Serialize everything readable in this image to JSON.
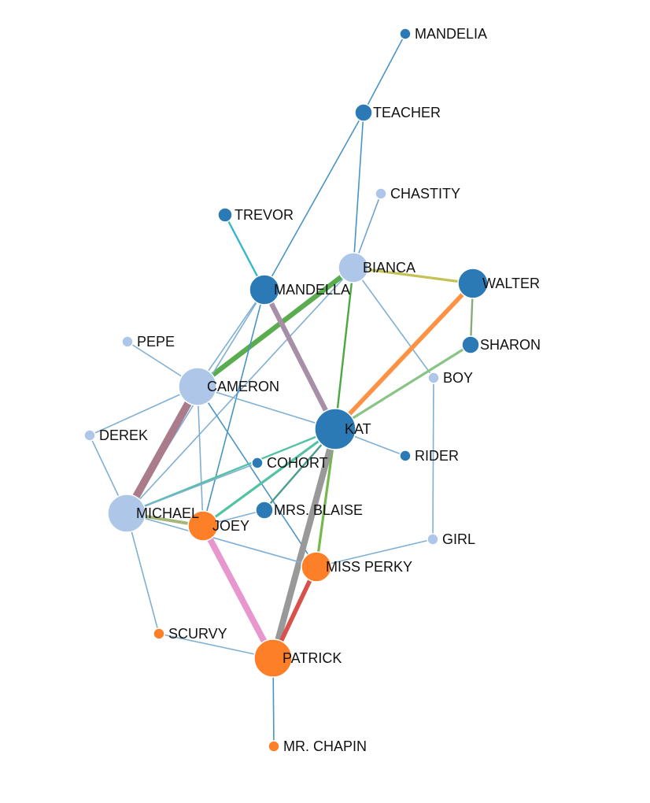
{
  "nodes": [
    {
      "id": "MANDELIA",
      "label": "MANDELIA",
      "group": "dark-blue",
      "size": "small"
    },
    {
      "id": "TEACHER",
      "label": "TEACHER",
      "group": "dark-blue",
      "size": "medium"
    },
    {
      "id": "CHASTITY",
      "label": "CHASTITY",
      "group": "light-blue",
      "size": "small"
    },
    {
      "id": "TREVOR",
      "label": "TREVOR",
      "group": "dark-blue",
      "size": "small-medium"
    },
    {
      "id": "BIANCA",
      "label": "BIANCA",
      "group": "light-blue",
      "size": "large"
    },
    {
      "id": "MANDELLA",
      "label": "MANDELLA",
      "group": "dark-blue",
      "size": "large"
    },
    {
      "id": "WALTER",
      "label": "WALTER",
      "group": "dark-blue",
      "size": "large"
    },
    {
      "id": "SHARON",
      "label": "SHARON",
      "group": "dark-blue",
      "size": "medium"
    },
    {
      "id": "PEPE",
      "label": "PEPE",
      "group": "light-blue",
      "size": "small"
    },
    {
      "id": "BOY",
      "label": "BOY",
      "group": "light-blue",
      "size": "small"
    },
    {
      "id": "CAMERON",
      "label": "CAMERON",
      "group": "light-blue",
      "size": "xlarge"
    },
    {
      "id": "KAT",
      "label": "KAT",
      "group": "dark-blue",
      "size": "xxlarge"
    },
    {
      "id": "DEREK",
      "label": "DEREK",
      "group": "light-blue",
      "size": "small"
    },
    {
      "id": "RIDER",
      "label": "RIDER",
      "group": "dark-blue",
      "size": "small"
    },
    {
      "id": "COHORT",
      "label": "COHORT",
      "group": "dark-blue",
      "size": "small"
    },
    {
      "id": "MRS_BLAISE",
      "label": "MRS. BLAISE",
      "group": "dark-blue",
      "size": "medium"
    },
    {
      "id": "MICHAEL",
      "label": "MICHAEL",
      "group": "light-blue",
      "size": "xlarge"
    },
    {
      "id": "JOEY",
      "label": "JOEY",
      "group": "orange",
      "size": "large"
    },
    {
      "id": "GIRL",
      "label": "GIRL",
      "group": "light-blue",
      "size": "small"
    },
    {
      "id": "MISS_PERKY",
      "label": "MISS PERKY",
      "group": "orange",
      "size": "large"
    },
    {
      "id": "SCURVY",
      "label": "SCURVY",
      "group": "orange",
      "size": "small"
    },
    {
      "id": "PATRICK",
      "label": "PATRICK",
      "group": "orange",
      "size": "xlarge"
    },
    {
      "id": "MR_CHAPIN",
      "label": "MR. CHAPIN",
      "group": "orange",
      "size": "small"
    }
  ],
  "edges": [
    {
      "source": "MANDELIA",
      "target": "TEACHER",
      "color": "#4a94c4",
      "weight": 1
    },
    {
      "source": "TEACHER",
      "target": "BIANCA",
      "color": "#4a94c4",
      "weight": 1
    },
    {
      "source": "TEACHER",
      "target": "MANDELLA",
      "color": "#4a94c4",
      "weight": 1
    },
    {
      "source": "CHASTITY",
      "target": "BIANCA",
      "color": "#6fa3cc",
      "weight": 1
    },
    {
      "source": "TREVOR",
      "target": "MANDELLA",
      "color": "#35b6c9",
      "weight": 1.5
    },
    {
      "source": "BIANCA",
      "target": "WALTER",
      "color": "#c4c255",
      "weight": 2
    },
    {
      "source": "BIANCA",
      "target": "CAMERON",
      "color": "#5aad4f",
      "weight": 4
    },
    {
      "source": "BIANCA",
      "target": "KAT",
      "color": "#49a840",
      "weight": 1.5
    },
    {
      "source": "BIANCA",
      "target": "BOY",
      "color": "#7fb0d4",
      "weight": 1
    },
    {
      "source": "BIANCA",
      "target": "MICHAEL",
      "color": "#7fb0d4",
      "weight": 1
    },
    {
      "source": "MANDELLA",
      "target": "KAT",
      "color": "#a88fa8",
      "weight": 4
    },
    {
      "source": "MANDELLA",
      "target": "CAMERON",
      "color": "#7fb0d4",
      "weight": 1
    },
    {
      "source": "MANDELLA",
      "target": "JOEY",
      "color": "#4a94c4",
      "weight": 1
    },
    {
      "source": "MANDELLA",
      "target": "MICHAEL",
      "color": "#7fb0d4",
      "weight": 1
    },
    {
      "source": "WALTER",
      "target": "SHARON",
      "color": "#8aab79",
      "weight": 1.5
    },
    {
      "source": "WALTER",
      "target": "KAT",
      "color": "#fd9144",
      "weight": 3.5
    },
    {
      "source": "SHARON",
      "target": "KAT",
      "color": "#88c484",
      "weight": 2
    },
    {
      "source": "PEPE",
      "target": "CAMERON",
      "color": "#7fb0d4",
      "weight": 1
    },
    {
      "source": "BOY",
      "target": "GIRL",
      "color": "#7fb0d4",
      "weight": 1
    },
    {
      "source": "CAMERON",
      "target": "KAT",
      "color": "#7fb0d4",
      "weight": 1
    },
    {
      "source": "CAMERON",
      "target": "MICHAEL",
      "color": "#a97b8b",
      "weight": 6
    },
    {
      "source": "CAMERON",
      "target": "DEREK",
      "color": "#7fb0d4",
      "weight": 1
    },
    {
      "source": "CAMERON",
      "target": "MISS_PERKY",
      "color": "#4a94c4",
      "weight": 1
    },
    {
      "source": "CAMERON",
      "target": "JOEY",
      "color": "#7fb0d4",
      "weight": 1
    },
    {
      "source": "DEREK",
      "target": "MICHAEL",
      "color": "#7fb0d4",
      "weight": 1
    },
    {
      "source": "KAT",
      "target": "RIDER",
      "color": "#7fb0d4",
      "weight": 1
    },
    {
      "source": "KAT",
      "target": "JOEY",
      "color": "#52c1a4",
      "weight": 2
    },
    {
      "source": "KAT",
      "target": "MICHAEL",
      "color": "#52c1a4",
      "weight": 1.5
    },
    {
      "source": "KAT",
      "target": "MISS_PERKY",
      "color": "#74b84e",
      "weight": 2
    },
    {
      "source": "KAT",
      "target": "PATRICK",
      "color": "#999999",
      "weight": 5
    },
    {
      "source": "KAT",
      "target": "MRS_BLAISE",
      "color": "#4d9c8e",
      "weight": 1.5
    },
    {
      "source": "COHORT",
      "target": "MICHAEL",
      "color": "#7fb0d4",
      "weight": 1
    },
    {
      "source": "MRS_BLAISE",
      "target": "JOEY",
      "color": "#7fb0d4",
      "weight": 1
    },
    {
      "source": "MICHAEL",
      "target": "JOEY",
      "color": "#a6b67a",
      "weight": 2.5
    },
    {
      "source": "MICHAEL",
      "target": "MISS_PERKY",
      "color": "#7fb0d4",
      "weight": 1
    },
    {
      "source": "MICHAEL",
      "target": "SCURVY",
      "color": "#7fb0d4",
      "weight": 1
    },
    {
      "source": "JOEY",
      "target": "PATRICK",
      "color": "#e797cd",
      "weight": 5
    },
    {
      "source": "GIRL",
      "target": "MISS_PERKY",
      "color": "#7fb0d4",
      "weight": 1
    },
    {
      "source": "MISS_PERKY",
      "target": "PATRICK",
      "color": "#d8514b",
      "weight": 3.5
    },
    {
      "source": "SCURVY",
      "target": "PATRICK",
      "color": "#7fb0d4",
      "weight": 1
    },
    {
      "source": "PATRICK",
      "target": "MR_CHAPIN",
      "color": "#4a94c4",
      "weight": 1
    }
  ],
  "group_colors": {
    "dark-blue": "#2b7ab6",
    "light-blue": "#aec7e8",
    "orange": "#fd7f27"
  }
}
